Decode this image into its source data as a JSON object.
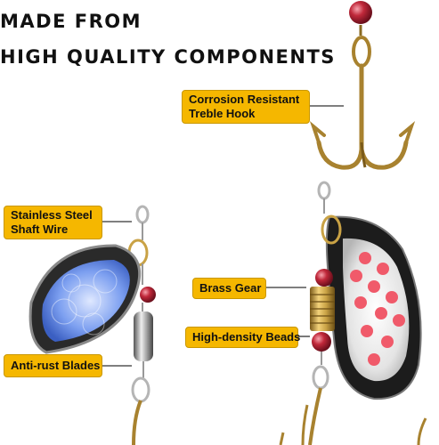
{
  "headline": {
    "line1": "MADE FROM",
    "line2": "HIGH QUALITY COMPONENTS"
  },
  "labels": {
    "treble_hook": {
      "line1": "Corrosion Resistant",
      "line2": "Treble Hook"
    },
    "shaft_wire": {
      "line1": "Stainless Steel",
      "line2": "Shaft Wire"
    },
    "blades": "Anti-rust Blades",
    "brass_gear": "Brass Gear",
    "beads": "High-density Beads"
  },
  "colors": {
    "label_fill": "#f5b700",
    "bead_red": "#c0283a",
    "brass": "#c9a245",
    "blade_left": "#6f96e8",
    "blade_right": "#1c1c1c",
    "dot_red": "#f05a6a"
  }
}
